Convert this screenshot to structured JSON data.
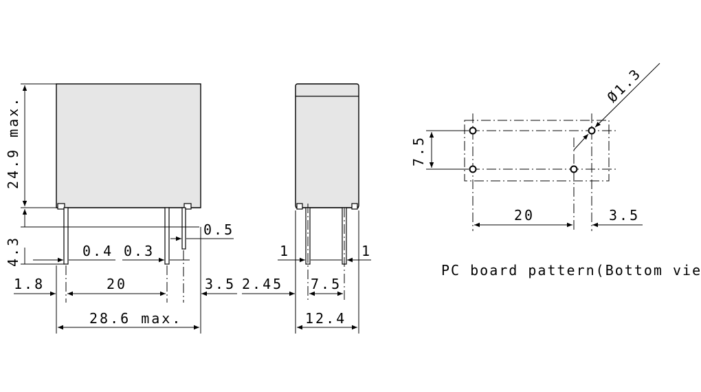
{
  "front_view": {
    "height_max": "24.9 max.",
    "pin_length": "4.3",
    "pin_width_1": "0.4",
    "pin_width_2": "0.3",
    "pin_width_3": "0.5",
    "left_offset": "1.8",
    "pin_pitch": "20",
    "right_offset": "3.5",
    "overall_width": "28.6 max."
  },
  "side_view": {
    "left_offset": "2.45",
    "pin_pitch": "7.5",
    "pin_thickness_left": "1",
    "pin_thickness_right": "1",
    "overall_depth": "12.4"
  },
  "pcb_pattern": {
    "hole_diameter": "Ø1.3",
    "row_spacing": "7.5",
    "column_spacing": "20",
    "right_offset": "3.5",
    "caption": "PC board pattern(Bottom view)"
  }
}
